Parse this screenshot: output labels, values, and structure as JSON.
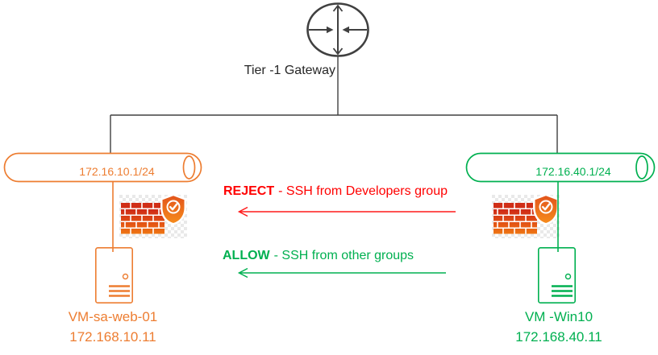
{
  "colors": {
    "orange": "#ED7D31",
    "green": "#00B050",
    "red": "#FF0000",
    "line_gray": "#404040"
  },
  "gateway": {
    "label": "Tier -1 Gateway"
  },
  "segments": {
    "left": {
      "subnet": "172.16.10.1/24",
      "vm": {
        "name": "VM-sa-web-01",
        "ip": "172.168.10.11"
      }
    },
    "right": {
      "subnet": "172.16.40.1/24",
      "vm": {
        "name": "VM -Win10",
        "ip": "172.168.40.11"
      }
    }
  },
  "rules": {
    "reject": {
      "label": "REJECT",
      "text": "- SSH from Developers group"
    },
    "allow": {
      "label": "ALLOW",
      "text": "- SSH from other groups"
    }
  },
  "icons": {
    "gateway": "gateway-router-icon",
    "firewall": "firewall-shield-check-icon",
    "vm": "vm-server-icon",
    "segment": "network-segment-cylinder-icon"
  }
}
